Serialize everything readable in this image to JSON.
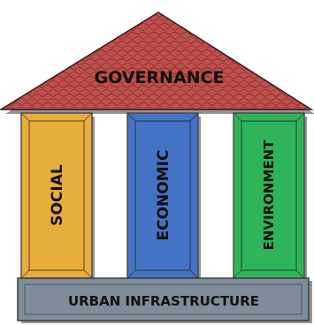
{
  "roof": {
    "label": "GOVERNANCE",
    "color": "#c0504d"
  },
  "pillars": [
    {
      "label": "SOCIAL",
      "color": "#e8ad3c"
    },
    {
      "label": "ECONOMIC",
      "color": "#4472c4"
    },
    {
      "label": "ENVIRONMENT",
      "color": "#2fb45a"
    }
  ],
  "base": {
    "label": "URBAN INFRASTRUCTURE",
    "color": "#7f8c9a"
  }
}
